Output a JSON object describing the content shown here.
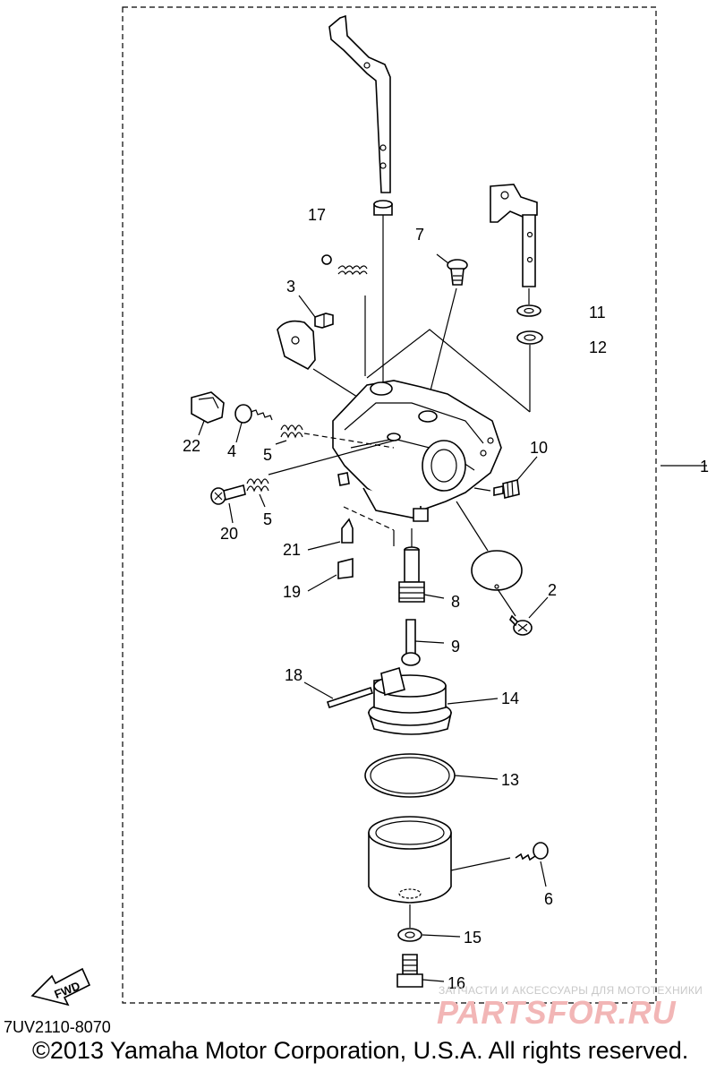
{
  "diagram": {
    "part_numbers": {
      "p1": "1",
      "p2": "2",
      "p3": "3",
      "p4": "4",
      "p5a": "5",
      "p5b": "5",
      "p6": "6",
      "p7": "7",
      "p8": "8",
      "p9": "9",
      "p10": "10",
      "p11": "11",
      "p12": "12",
      "p13": "13",
      "p14": "14",
      "p15": "15",
      "p16": "16",
      "p17": "17",
      "p18": "18",
      "p19": "19",
      "p20": "20",
      "p21": "21",
      "p22": "22"
    },
    "direction_label": "FWD"
  },
  "footer": {
    "drawing_code": "7UV2110-8070",
    "copyright": "©2013 Yamaha Motor Corporation, U.S.A. All rights reserved."
  },
  "watermark": {
    "subtitle": "ЗАПЧАСТИ И АКСЕССУАРЫ ДЛЯ МОТОТЕХНИКИ",
    "logo": "PARTSFOR.RU"
  }
}
